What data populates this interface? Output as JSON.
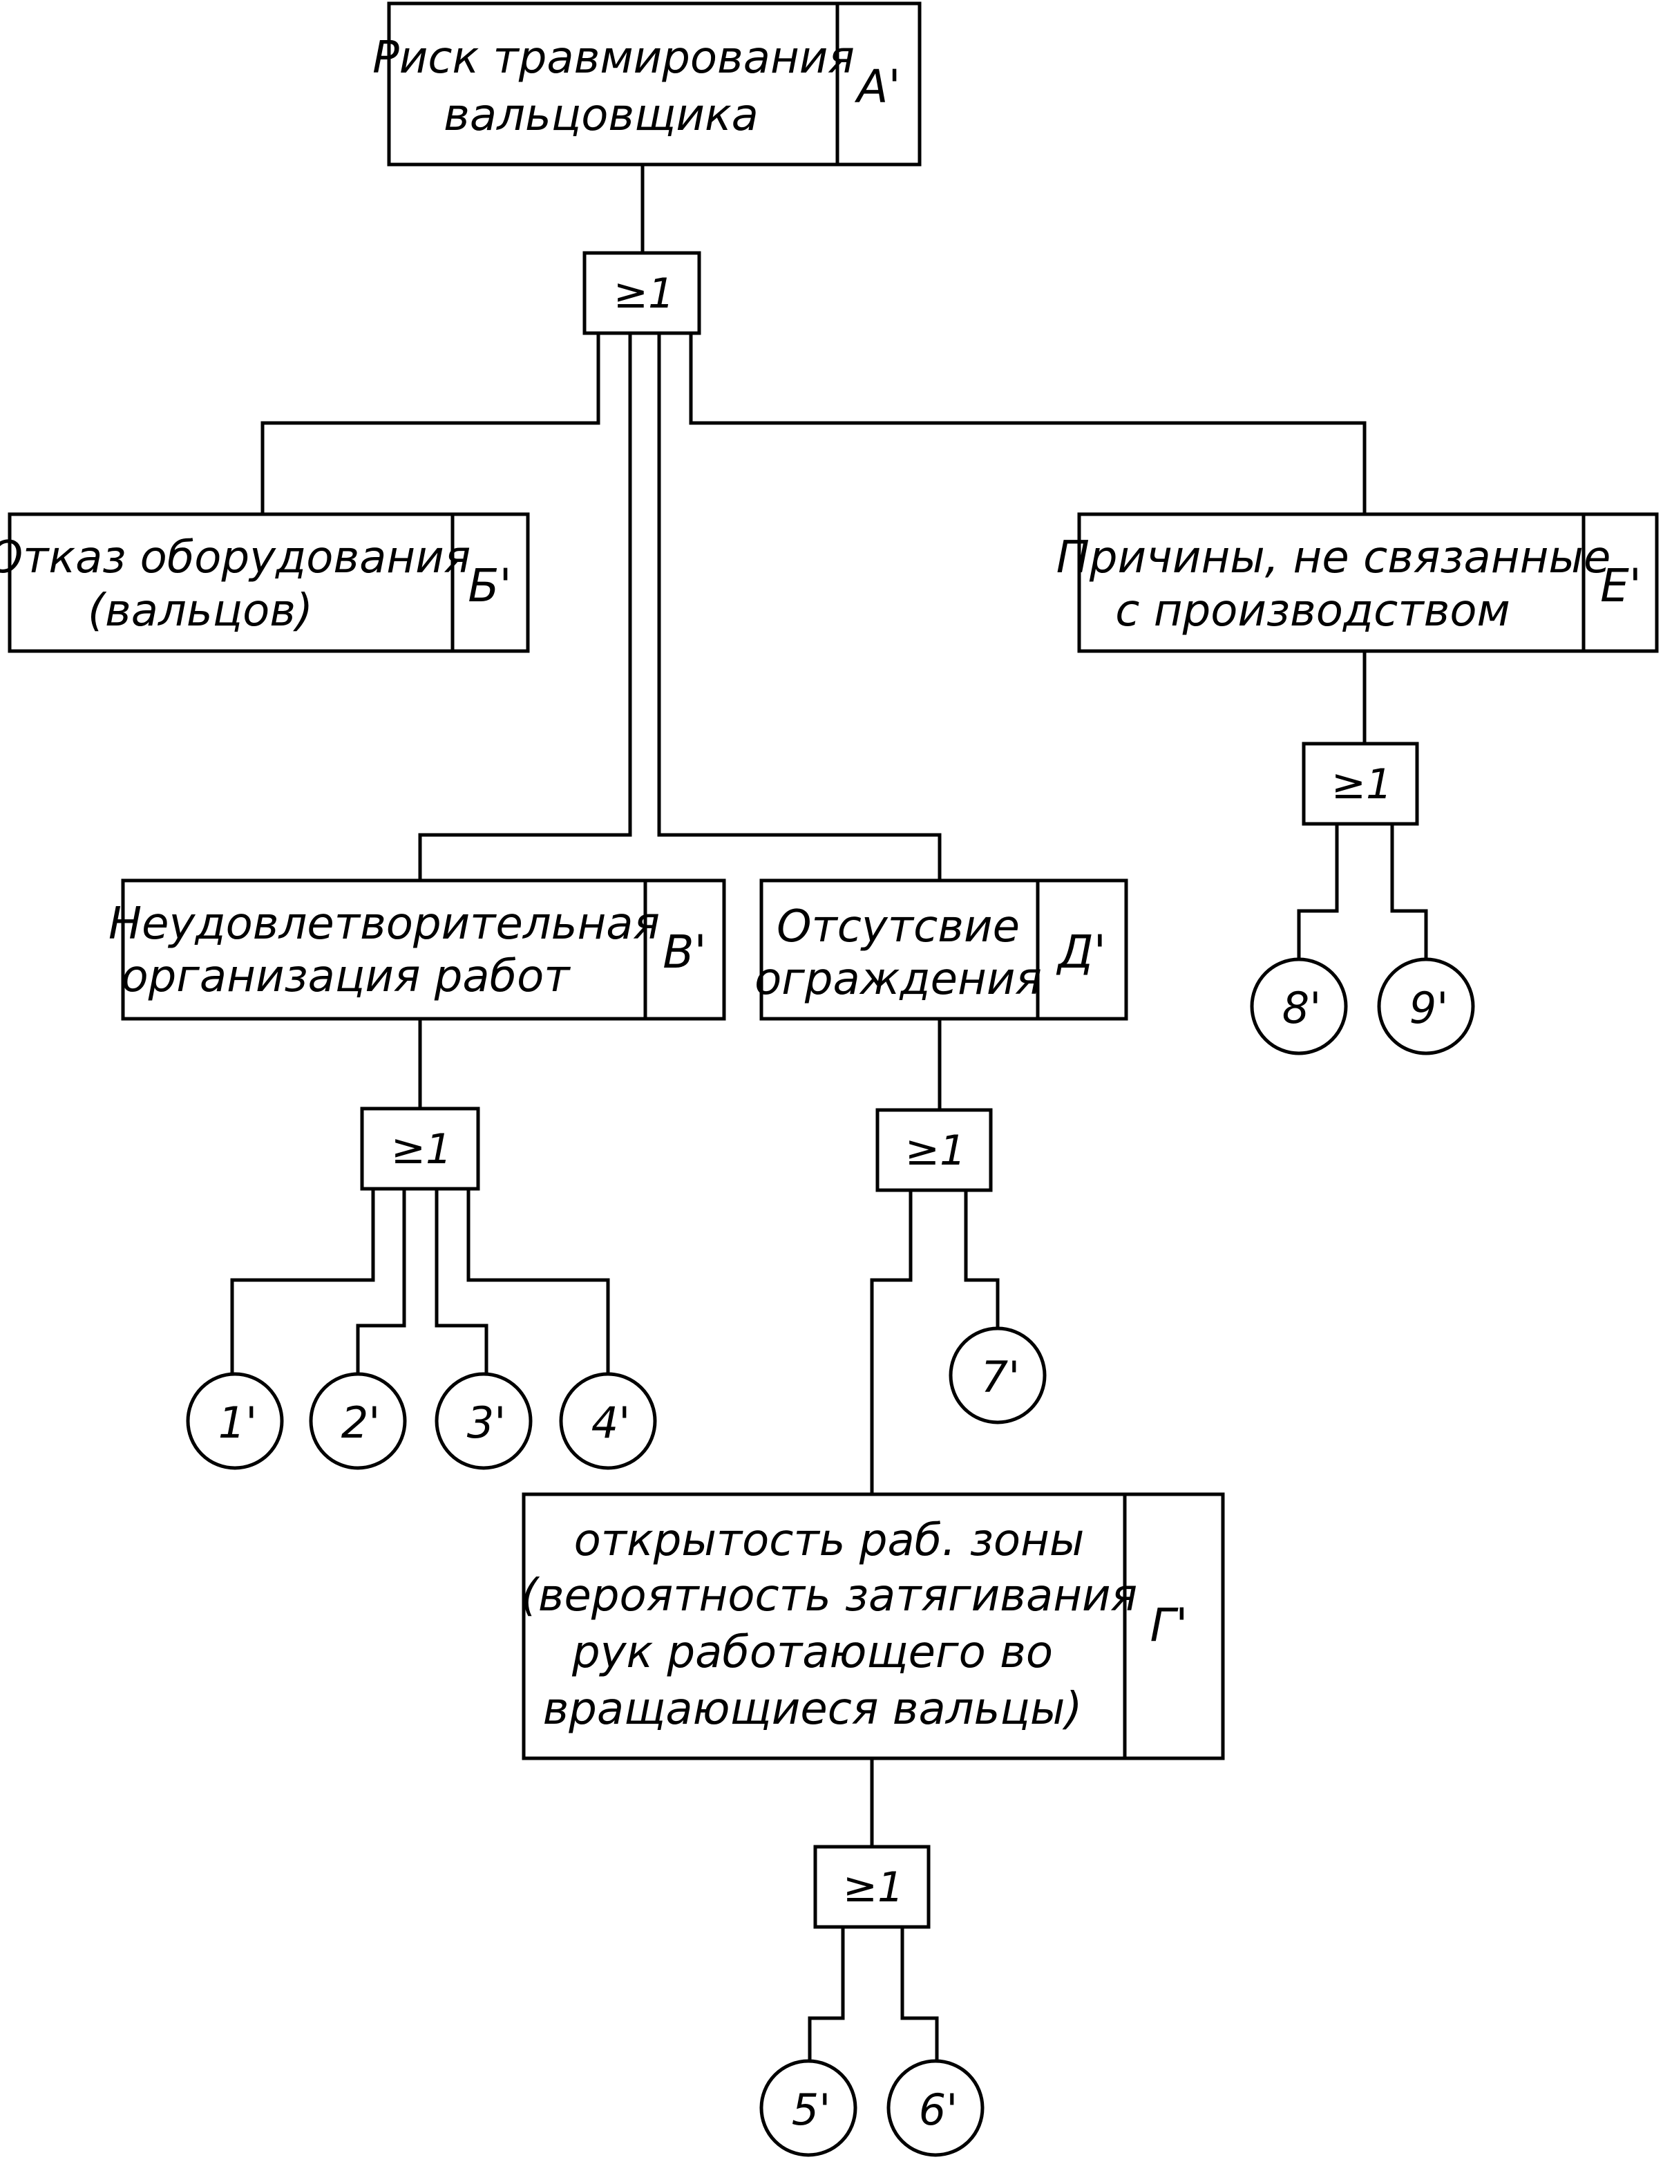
{
  "events": {
    "A": {
      "lines": [
        "Риск травмирования",
        "вальцовщика"
      ],
      "code": "А'"
    },
    "B": {
      "lines": [
        "Отказ оборудования",
        "(вальцов)"
      ],
      "code": "Б'"
    },
    "V": {
      "lines": [
        "Неудовлетворительная",
        "организация работ"
      ],
      "code": "В'"
    },
    "D": {
      "lines": [
        "Отсутсвие",
        "ограждения"
      ],
      "code": "Д'"
    },
    "E": {
      "lines": [
        "Причины, не связанные",
        "с производством"
      ],
      "code": "Е'"
    },
    "G": {
      "lines": [
        "открытость раб. зоны",
        "(вероятность затягивания",
        "рук работающего во",
        "вращающиеся вальцы)"
      ],
      "code": "Г'"
    }
  },
  "gates": {
    "g1": "≥1",
    "g2": "≥1",
    "g3": "≥1",
    "g4": "≥1",
    "g5": "≥1"
  },
  "basic_events": [
    "1'",
    "2'",
    "3'",
    "4'",
    "5'",
    "6'",
    "7'",
    "8'",
    "9'"
  ]
}
